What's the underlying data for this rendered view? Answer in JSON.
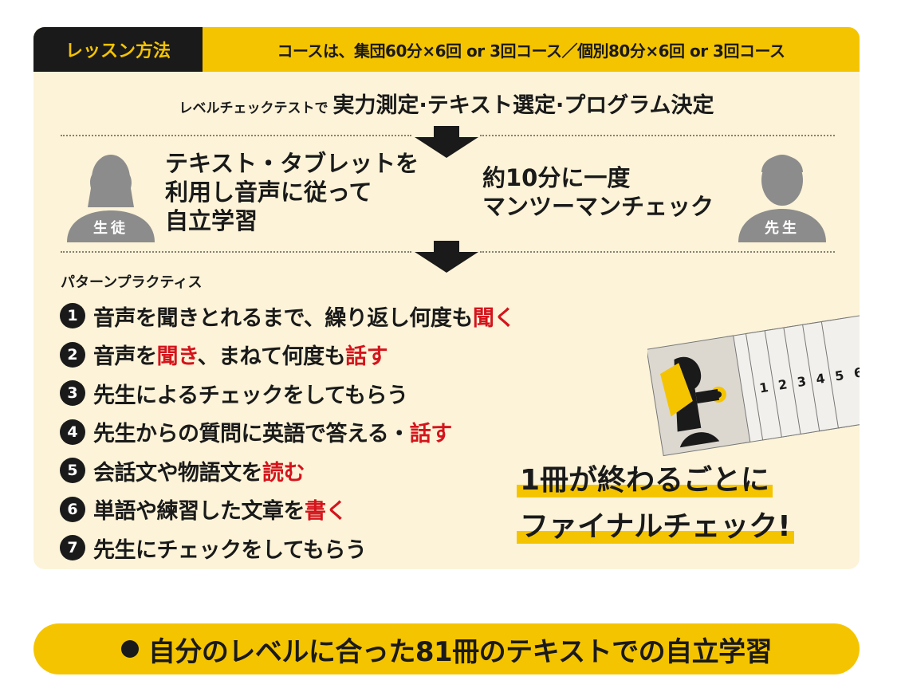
{
  "header": {
    "label": "レッスン方法",
    "course_text": "コースは、集団60分×6回 or 3回コース／個別80分×6回 or 3回コース"
  },
  "level_check": {
    "prefix": "レベルチェックテストで",
    "main": "実力測定·テキスト選定·プログラム決定"
  },
  "student": {
    "tag": "生徒",
    "lines": [
      "テキスト・タブレットを",
      "利用し音声に従って",
      "自立学習"
    ]
  },
  "teacher": {
    "tag": "先生",
    "lines": [
      "約10分に一度",
      "マンツーマンチェック"
    ]
  },
  "pattern": {
    "title": "パターンプラクティス",
    "items": [
      {
        "num": "1",
        "text": "音声を聞きとれるまで、繰り返し何度も",
        "red1": "聞く",
        "mid": "",
        "red2": ""
      },
      {
        "num": "2",
        "text": "音声を",
        "red1": "聞き",
        "mid": "、まねて何度も",
        "red2": "話す"
      },
      {
        "num": "3",
        "text": "先生によるチェックをしてもらう",
        "red1": "",
        "mid": "",
        "red2": ""
      },
      {
        "num": "4",
        "text": "先生からの質問に英語で答える・",
        "red1": "話す",
        "mid": "",
        "red2": ""
      },
      {
        "num": "5",
        "text": "会話文や物語文を",
        "red1": "読む",
        "mid": "",
        "red2": ""
      },
      {
        "num": "6",
        "text": "単語や練習した文章を",
        "red1": "書く",
        "mid": "",
        "red2": ""
      },
      {
        "num": "7",
        "text": "先生にチェックをしてもらう",
        "red1": "",
        "mid": "",
        "red2": ""
      }
    ]
  },
  "final_check": {
    "line1": "1冊が終わるごとに",
    "line2": "ファイナルチェック!"
  },
  "book_numbers": [
    "1",
    "2",
    "3",
    "4",
    "5",
    "6"
  ],
  "bottom": {
    "text": "自分のレベルに合った81冊のテキストでの自立学習"
  },
  "colors": {
    "accent_yellow": "#f5c400",
    "panel_bg": "#fcf3d8",
    "dark": "#1a1a1a",
    "highlight_red": "#d4141c",
    "silhouette_gray": "#8c8c8c"
  }
}
